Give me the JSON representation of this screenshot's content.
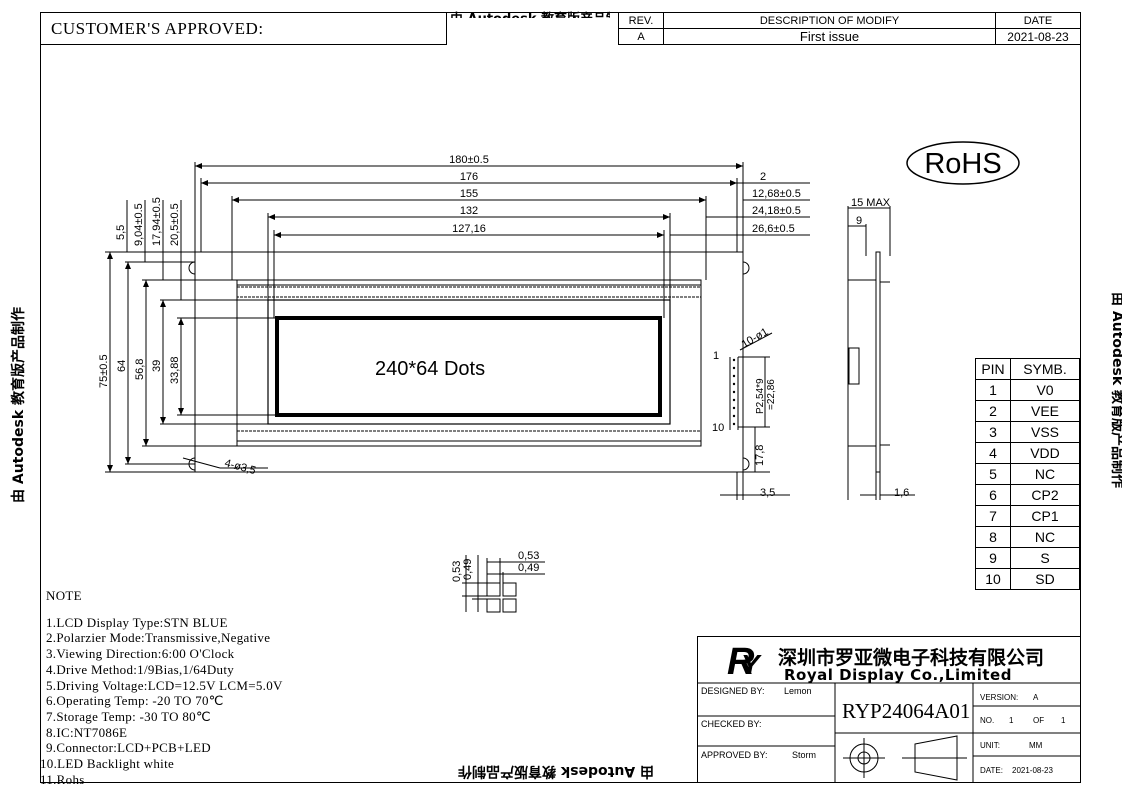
{
  "header": {
    "customer_approved": "CUSTOMER'S APPROVED:",
    "rev_label": "REV.",
    "desc_label": "DESCRIPTION OF MODIFY",
    "date_label": "DATE",
    "rev_value": "A",
    "desc_value": "First issue",
    "date_value": "2021-08-23"
  },
  "watermark": "由 Autodesk 教育版产品制作",
  "rohs": "RoHS",
  "drawing": {
    "display_text": "240*64 Dots",
    "dims_top": [
      "180±0.5",
      "176",
      "155",
      "132",
      "127,16"
    ],
    "dims_right": [
      "2",
      "12,68±0.5",
      "24,18±0.5",
      "26,6±0.5"
    ],
    "dims_left_vertical": [
      "5,5",
      "9,04±0.5",
      "17,94±0.5",
      "20,5±0.5"
    ],
    "dims_height": [
      "75±0.5",
      "64",
      "56,8",
      "39",
      "33,88"
    ],
    "hole_note": "4-ø3,5",
    "pin_note": "10-ø1",
    "pitch_note": "P2,54*9",
    "pitch_total": "=22,86",
    "dim_17_8": "17,8",
    "dim_3_5": "3,5",
    "pin1": "1",
    "pin10": "10",
    "side_15max": "15 MAX",
    "side_9": "9",
    "side_1_6": "1,6",
    "dot_053_a": "0,53",
    "dot_049_a": "0,49",
    "dot_053_b": "0,53",
    "dot_049_b": "0,49"
  },
  "pins": {
    "headers": [
      "PIN",
      "SYMB."
    ],
    "rows": [
      [
        "1",
        "V0"
      ],
      [
        "2",
        "VEE"
      ],
      [
        "3",
        "VSS"
      ],
      [
        "4",
        "VDD"
      ],
      [
        "5",
        "NC"
      ],
      [
        "6",
        "CP2"
      ],
      [
        "7",
        "CP1"
      ],
      [
        "8",
        "NC"
      ],
      [
        "9",
        "S"
      ],
      [
        "10",
        "SD"
      ]
    ]
  },
  "notes": {
    "title": "NOTE",
    "items": [
      "1.LCD Display Type:STN BLUE",
      "2.Polarzier Mode:Transmissive,Negative",
      "3.Viewing Direction:6:00 O'Clock",
      "4.Drive Method:1/9Bias,1/64Duty",
      "5.Driving Voltage:LCD=12.5V  LCM=5.0V",
      "6.Operating Temp: -20 TO 70℃",
      "7.Storage Temp: -30 TO 80℃",
      "8.IC:NT7086E",
      "9.Connector:LCD+PCB+LED",
      "10.LED Backlight white",
      "11.Rohs"
    ]
  },
  "title_block": {
    "company_cn": "深圳市罗亚微电子科技有限公司",
    "company_en": "Royal Display Co.,Limited",
    "designed_label": "DESIGNED BY:",
    "designed_value": "Lemon",
    "checked_label": "CHECKED BY:",
    "approved_label": "APPROVED BY:",
    "approved_value": "Storm",
    "part_no": "RYP24064A01",
    "version_label": "VERSION:",
    "version_value": "A",
    "no_label": "NO.",
    "no_value": "1",
    "of_label": "OF",
    "of_value": "1",
    "unit_label": "UNIT:",
    "unit_value": "MM",
    "date_label": "DATE:",
    "date_value": "2021-08-23"
  }
}
